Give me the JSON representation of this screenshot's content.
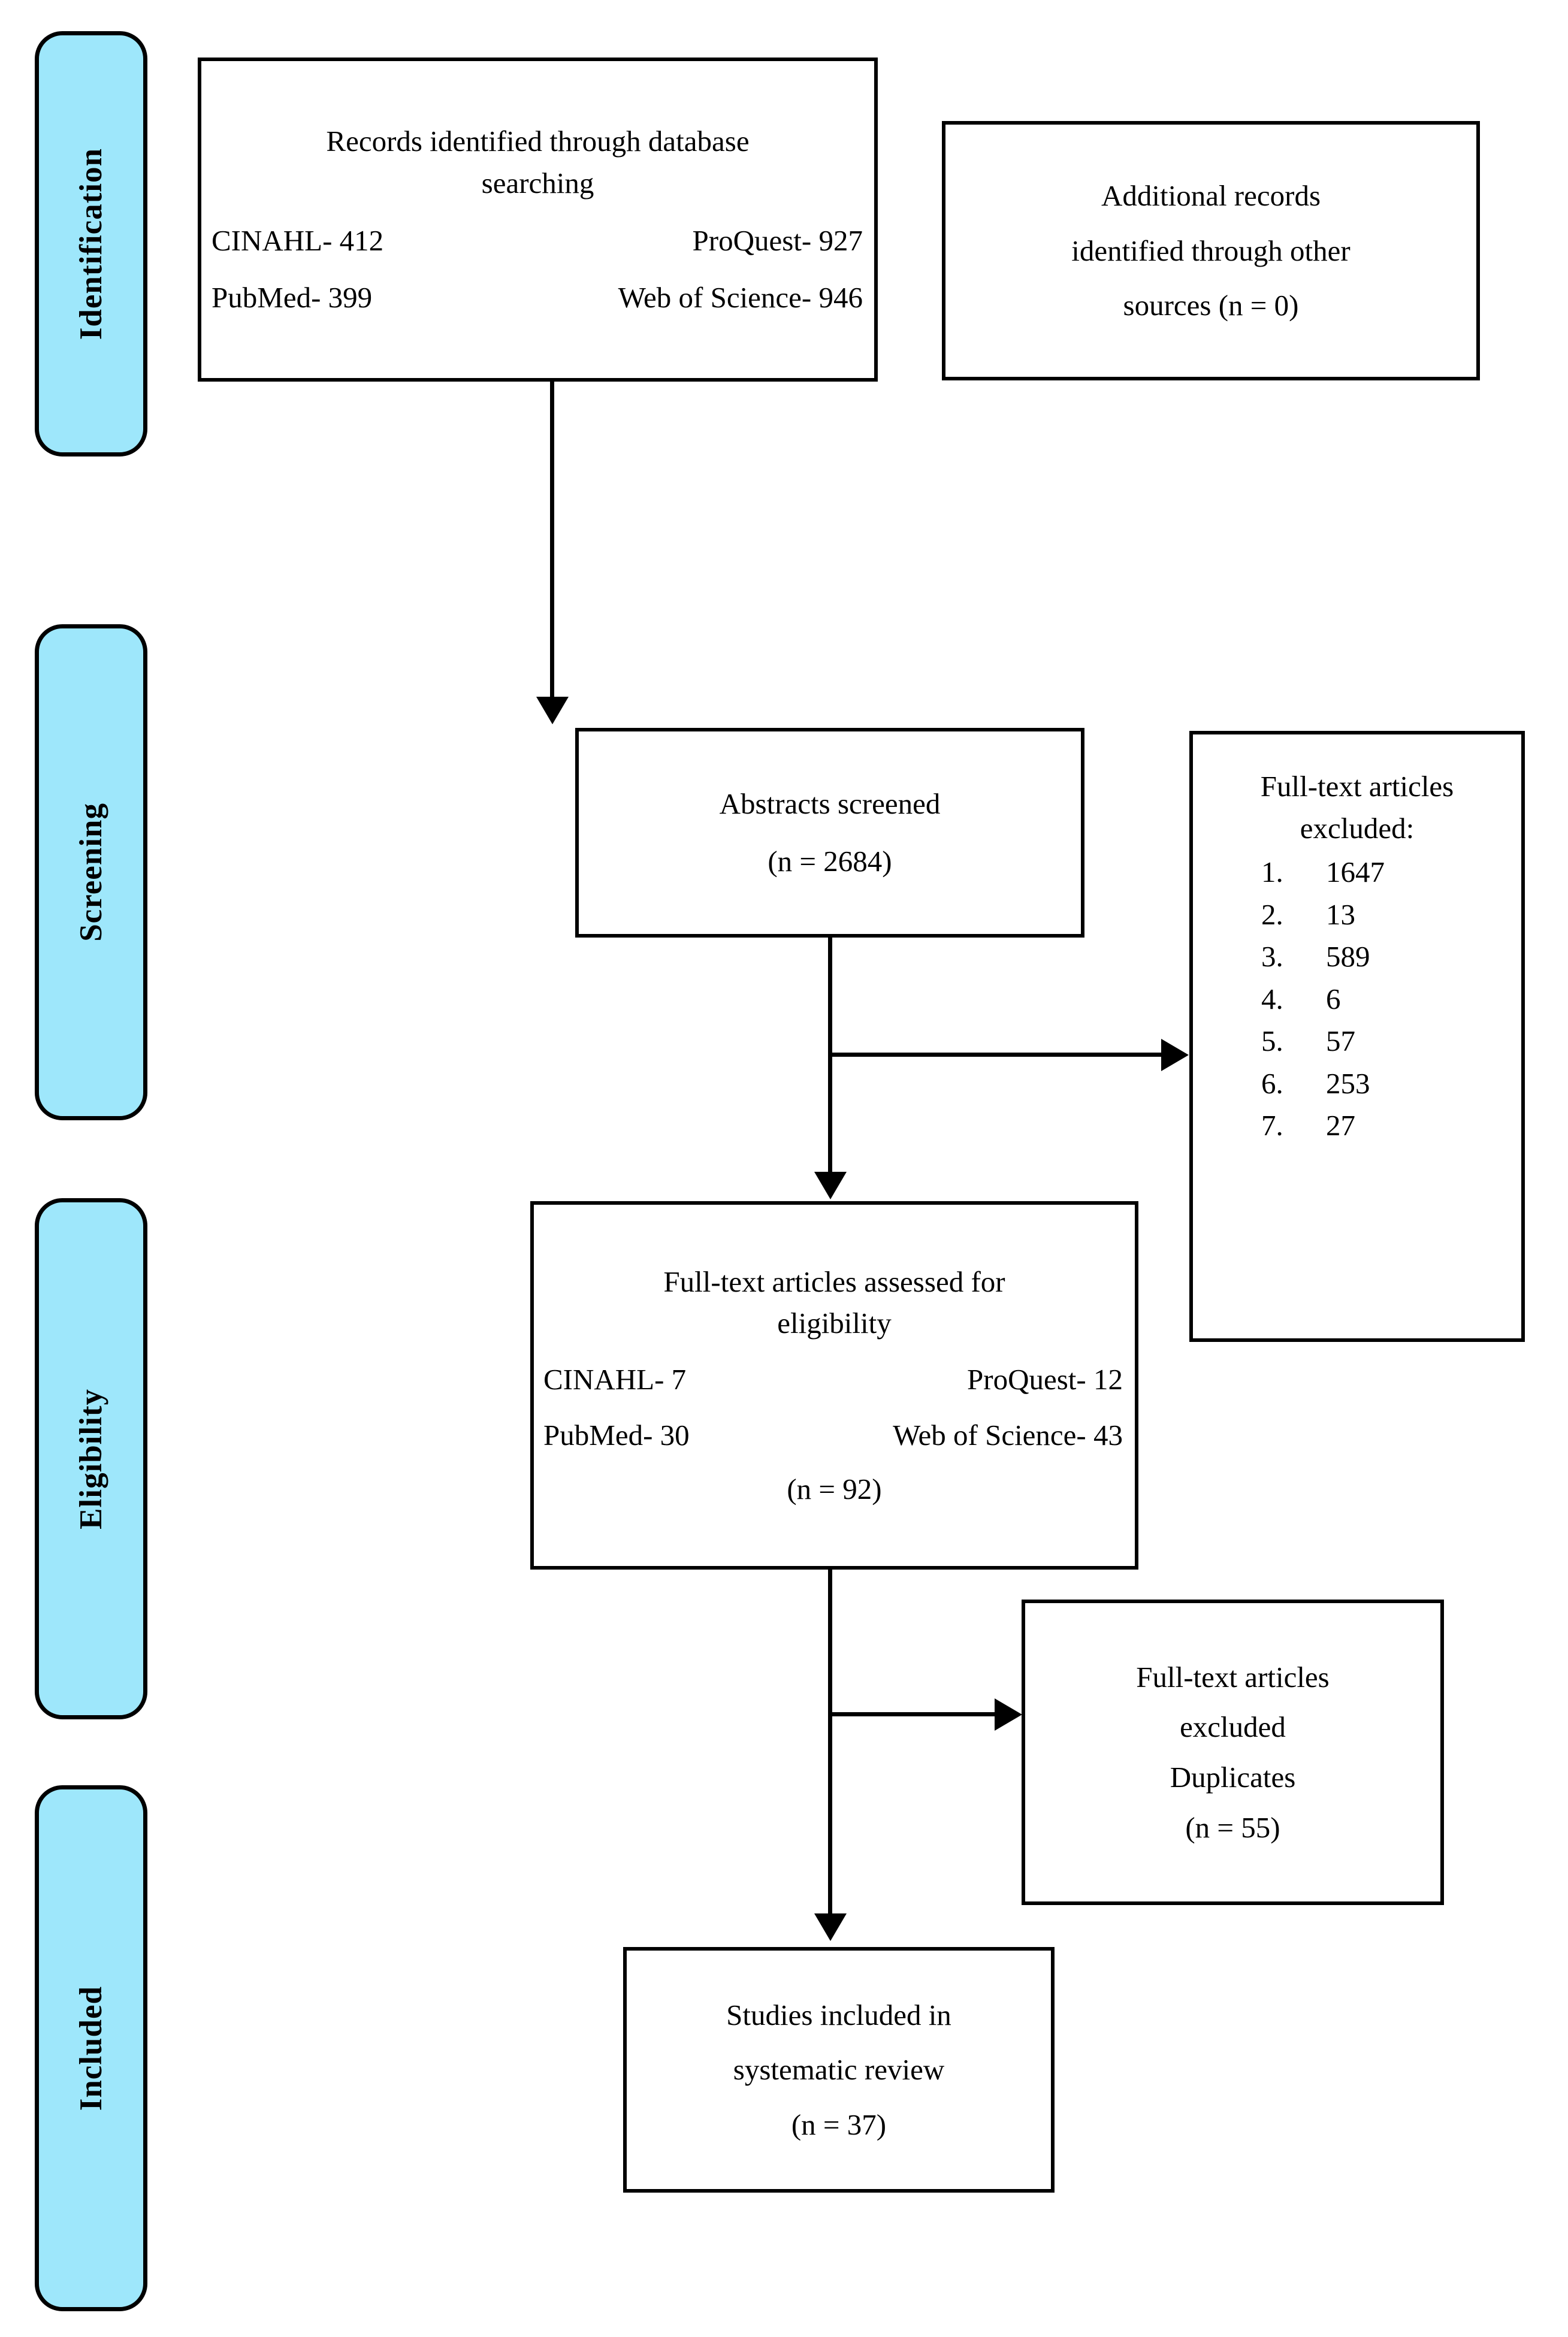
{
  "diagram": {
    "type": "prisma-flow-diagram",
    "accent_color": "#9EE7FB",
    "line_color": "#000000"
  },
  "stages": [
    {
      "label": "Identification"
    },
    {
      "label": "Screening"
    },
    {
      "label": "Eligibility"
    },
    {
      "label": "Included"
    }
  ],
  "boxes": {
    "records_identified": {
      "title_line1": "Records identified through database",
      "title_line2": "searching",
      "sources": [
        {
          "left": "CINAHL- 412",
          "right": "ProQuest- 927"
        },
        {
          "left": "PubMed- 399",
          "right": "Web of Science- 946"
        }
      ]
    },
    "additional_records": {
      "line1": "Additional records",
      "line2": "identified through other",
      "line3": "sources (n = 0)"
    },
    "abstracts_screened": {
      "line1": "Abstracts screened",
      "line2": "(n = 2684)"
    },
    "fulltext_excluded_reasons": {
      "line1": "Full-text articles",
      "line2": "excluded:",
      "items": [
        {
          "num": "1.",
          "value": "1647"
        },
        {
          "num": "2.",
          "value": "13"
        },
        {
          "num": "3.",
          "value": "589"
        },
        {
          "num": "4.",
          "value": "6"
        },
        {
          "num": "5.",
          "value": "57"
        },
        {
          "num": "6.",
          "value": "253"
        },
        {
          "num": "7.",
          "value": "27"
        }
      ]
    },
    "fulltext_assessed": {
      "title_line1": "Full-text articles assessed for",
      "title_line2": "eligibility",
      "sources": [
        {
          "left": "CINAHL- 7",
          "right": "ProQuest- 12"
        },
        {
          "left": "PubMed- 30",
          "right": "Web of Science- 43"
        }
      ],
      "total": "(n = 92)"
    },
    "duplicates_excluded": {
      "line1": "Full-text articles",
      "line2": "excluded",
      "line3": "Duplicates",
      "line4": "(n = 55)"
    },
    "studies_included": {
      "line1": "Studies included in",
      "line2": "systematic review",
      "line3": "(n = 37)"
    }
  }
}
